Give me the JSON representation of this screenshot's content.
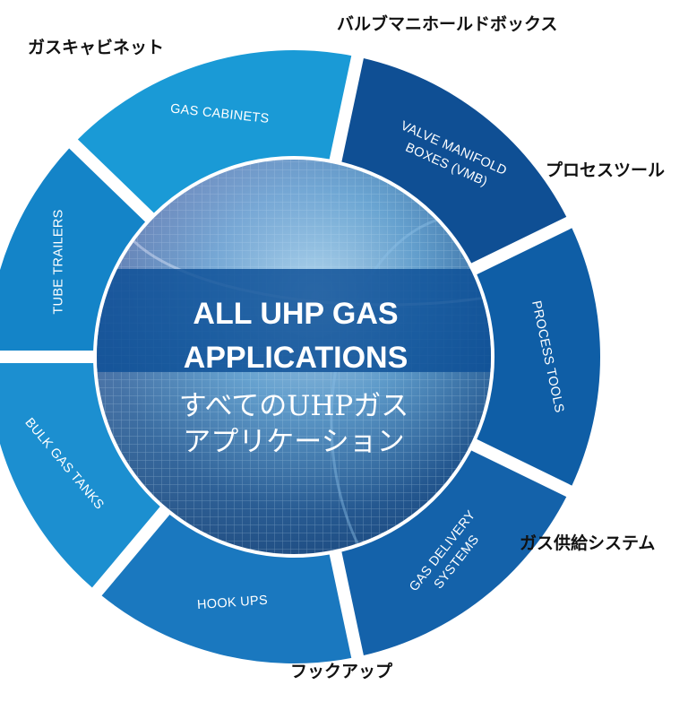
{
  "center": {
    "title_en_line1": "ALL UHP GAS",
    "title_en_line2": "APPLICATIONS",
    "title_jp_line1": "すべてのUHPガス",
    "title_jp_line2": "アプリケーション"
  },
  "segments": [
    {
      "lines": [
        "GAS CABINETS"
      ],
      "color": "#1a9ad6"
    },
    {
      "lines": [
        "VALVE MANIFOLD",
        "BOXES (VMB)"
      ],
      "color": "#0f4f94"
    },
    {
      "lines": [
        "PROCESS TOOLS"
      ],
      "color": "#0f5ea6"
    },
    {
      "lines": [
        "GAS DELIVERY",
        "SYSTEMS"
      ],
      "color": "#1462aa"
    },
    {
      "lines": [
        "HOOK UPS"
      ],
      "color": "#1a78bf"
    },
    {
      "lines": [
        "BULK GAS TANKS"
      ],
      "color": "#1c8fd0"
    },
    {
      "lines": [
        "TUBE TRAILERS"
      ],
      "color": "#1484c8"
    }
  ],
  "jp_labels": {
    "gas_cabinets": "ガスキャビネット",
    "vmb": "バルブマニホールドボックス",
    "process_tools": "プロセスツール",
    "gas_delivery": "ガス供給システム",
    "hook_ups": "フックアップ"
  },
  "colors": {
    "band": "#0b4e96",
    "wafer_dark": "#123a6e",
    "wafer_light": "#6fb3dd"
  }
}
